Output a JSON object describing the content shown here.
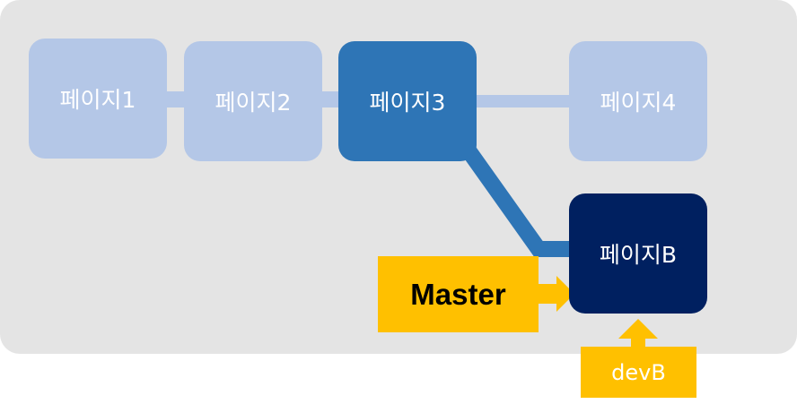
{
  "nodes": {
    "page1": "페이지1",
    "page2": "페이지2",
    "page3": "페이지3",
    "page4": "페이지4",
    "pageB": "페이지B"
  },
  "labels": {
    "master": "Master",
    "devb": "devB"
  },
  "colors": {
    "panel": "#e4e4e4",
    "node_light": "#b4c7e7",
    "node_mid": "#2e75b6",
    "node_dark": "#002060",
    "pointer": "#ffc000",
    "link_light": "#b4c7e7",
    "link_mid": "#2e75b6"
  }
}
